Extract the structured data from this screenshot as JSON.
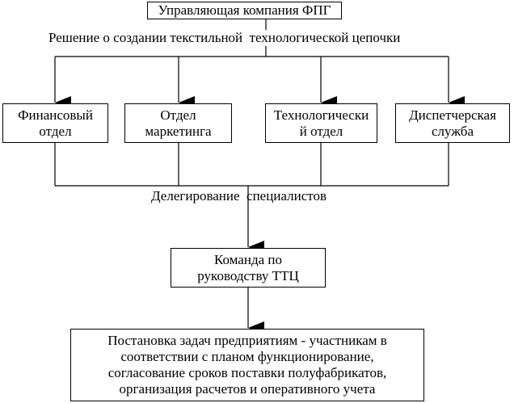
{
  "top_box": {
    "label": "Управляющая компания ФПГ"
  },
  "decision_label": "Решение о создании текстильной  технологической цепочки",
  "departments": [
    {
      "line1": "Финансовый",
      "line2": "отдел"
    },
    {
      "line1": "Отдел",
      "line2": "маркетинга"
    },
    {
      "line1": "Технологически",
      "line2": "й отдел"
    },
    {
      "line1": "Диспетчерская",
      "line2": "служба"
    }
  ],
  "delegation_label": "Делегирование  специалистов",
  "team_box": {
    "line1": "Команда по",
    "line2": "руководству ТТЦ"
  },
  "tasks_box": {
    "lines": [
      "Постановка задач предприятиям - участникам в",
      "соответствии с планом функционирование,",
      "согласование сроков поставки полуфабрикатов,",
      "организация расчетов и оперативного учета"
    ]
  }
}
